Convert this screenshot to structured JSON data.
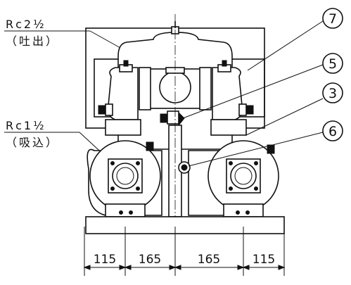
{
  "labels": {
    "discharge_size": "Rc2½",
    "discharge_note": "（吐出）",
    "suction_size": "Rc1½",
    "suction_note": "（吸込）"
  },
  "callouts": [
    "7",
    "5",
    "3",
    "6"
  ],
  "dimensions": [
    "115",
    "165",
    "165",
    "115"
  ]
}
